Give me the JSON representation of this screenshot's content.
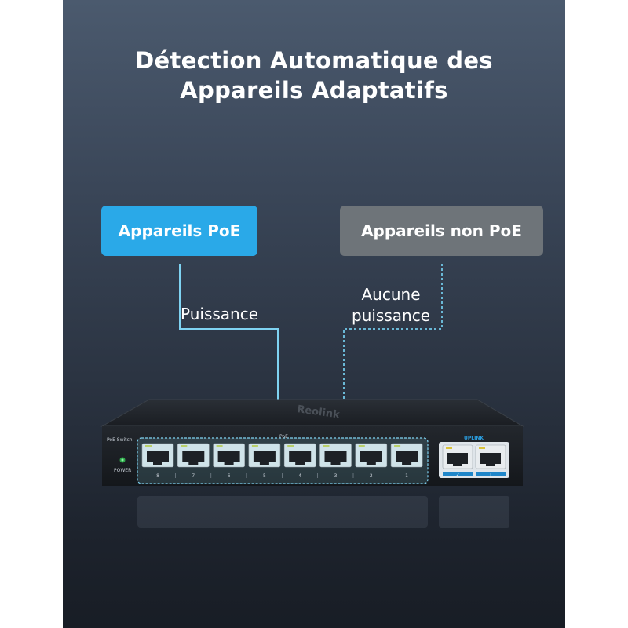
{
  "title": {
    "line1": "Détection Automatique des",
    "line2": "Appareils Adaptatifs"
  },
  "devices": {
    "poe_label": "Appareils PoE",
    "non_poe_label": "Appareils non PoE"
  },
  "annotations": {
    "power": "Puissance",
    "no_power_line1": "Aucune",
    "no_power_line2": "puissance"
  },
  "switch": {
    "brand": "Reolink",
    "model_label": "PoE Switch",
    "poe_group_label": "PoE",
    "power_label": "POWER",
    "uplink_label": "UPLINK",
    "poe_ports": [
      "8",
      "7",
      "6",
      "5",
      "4",
      "3",
      "2",
      "1"
    ],
    "uplink_ports": [
      "2",
      "1"
    ]
  },
  "colors": {
    "poe_accent": "#2aa9e8",
    "non_poe_accent": "#6e7479",
    "poe_line": "#7fd3f2",
    "non_poe_line": "#6ab8d6",
    "uplink_accent": "#1f86c9"
  }
}
